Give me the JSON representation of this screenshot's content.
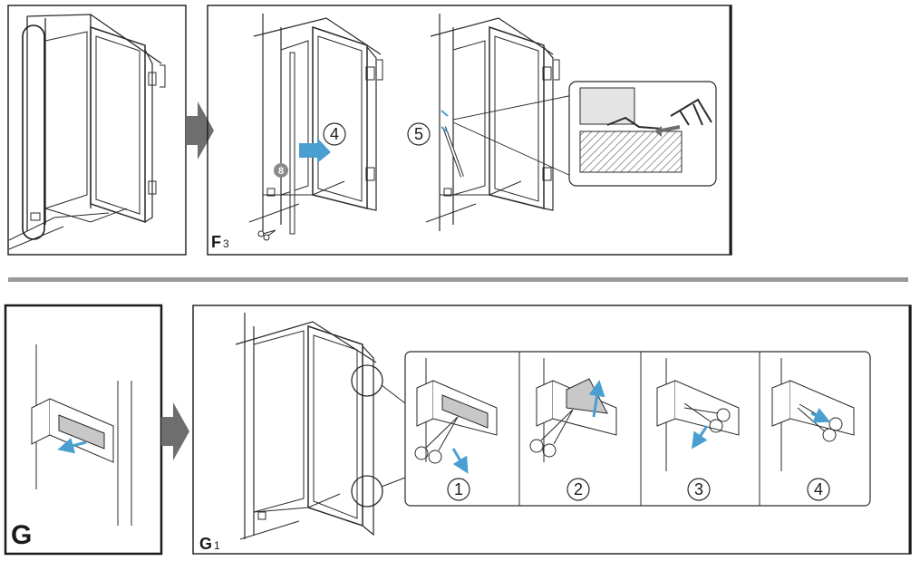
{
  "colors": {
    "line": "#2a2a2a",
    "arrow_blue": "#4a9fd0",
    "arrow_gray": "#555555",
    "divider": "#9a9a9a",
    "gray_fill": "#c8c8c8",
    "badge": "#8a8a8a"
  },
  "section_f": {
    "panel_label": "F",
    "panel_sub": "3",
    "steps": [
      "4",
      "5"
    ],
    "badge": "8"
  },
  "section_g": {
    "label": "G",
    "panel_label": "G",
    "panel_sub": "1",
    "detail_steps": [
      "1",
      "2",
      "3",
      "4"
    ]
  }
}
